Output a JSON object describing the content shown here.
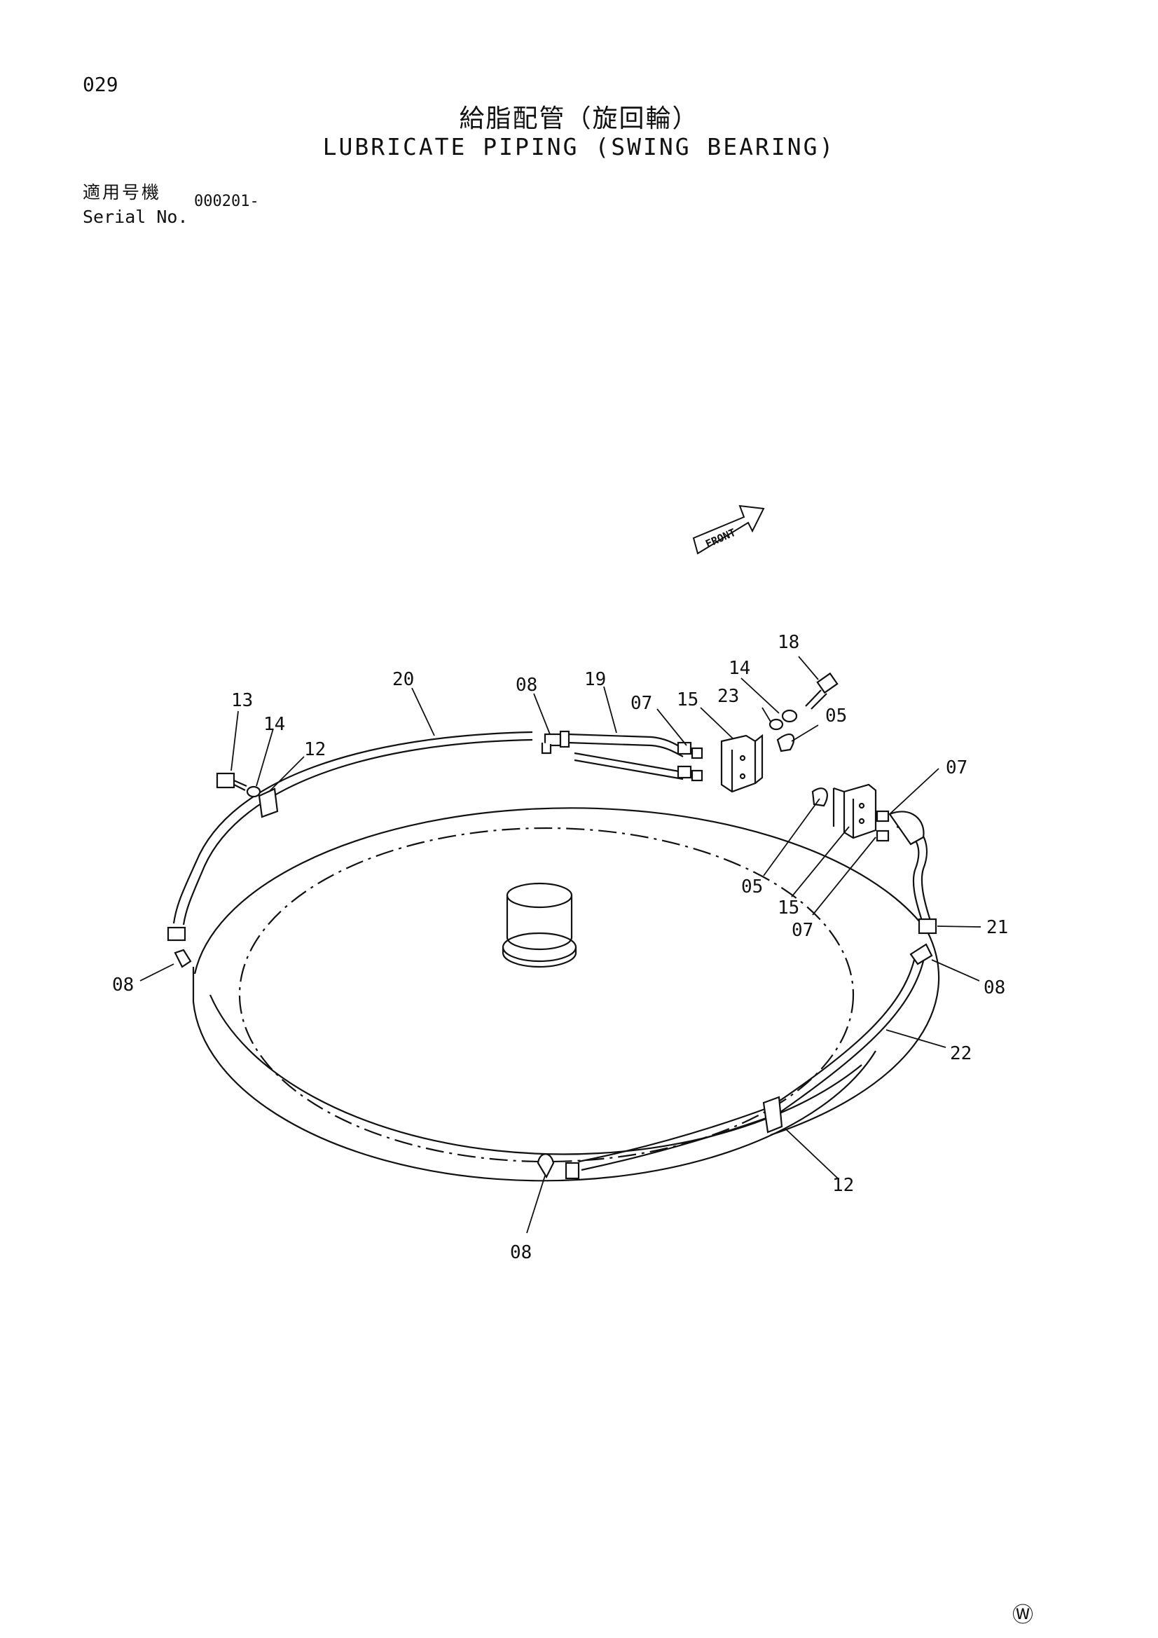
{
  "header": {
    "page_number": "029",
    "title_jp": "給脂配管（旋回輪）",
    "title_en": "LUBRICATE PIPING (SWING BEARING)",
    "serial_label_jp": "適用号機",
    "serial_label_en": "Serial No.",
    "serial_value": "000201-"
  },
  "diagram": {
    "front_arrow_text": "FRONT",
    "callouts": [
      {
        "id": "c18",
        "text": "18"
      },
      {
        "id": "c14a",
        "text": "14"
      },
      {
        "id": "c23",
        "text": "23"
      },
      {
        "id": "c05a",
        "text": "05"
      },
      {
        "id": "c19",
        "text": "19"
      },
      {
        "id": "c07a",
        "text": "07"
      },
      {
        "id": "c15a",
        "text": "15"
      },
      {
        "id": "c08a",
        "text": "08"
      },
      {
        "id": "c20",
        "text": "20"
      },
      {
        "id": "c13",
        "text": "13"
      },
      {
        "id": "c14b",
        "text": "14"
      },
      {
        "id": "c12a",
        "text": "12"
      },
      {
        "id": "c07b",
        "text": "07"
      },
      {
        "id": "c05b",
        "text": "05"
      },
      {
        "id": "c15b",
        "text": "15"
      },
      {
        "id": "c07c",
        "text": "07"
      },
      {
        "id": "c21",
        "text": "21"
      },
      {
        "id": "c08b",
        "text": "08"
      },
      {
        "id": "c08c",
        "text": "08"
      },
      {
        "id": "c22",
        "text": "22"
      },
      {
        "id": "c12b",
        "text": "12"
      },
      {
        "id": "c08d",
        "text": "08"
      }
    ]
  },
  "footer": {
    "corner_mark": "Ⓦ"
  }
}
